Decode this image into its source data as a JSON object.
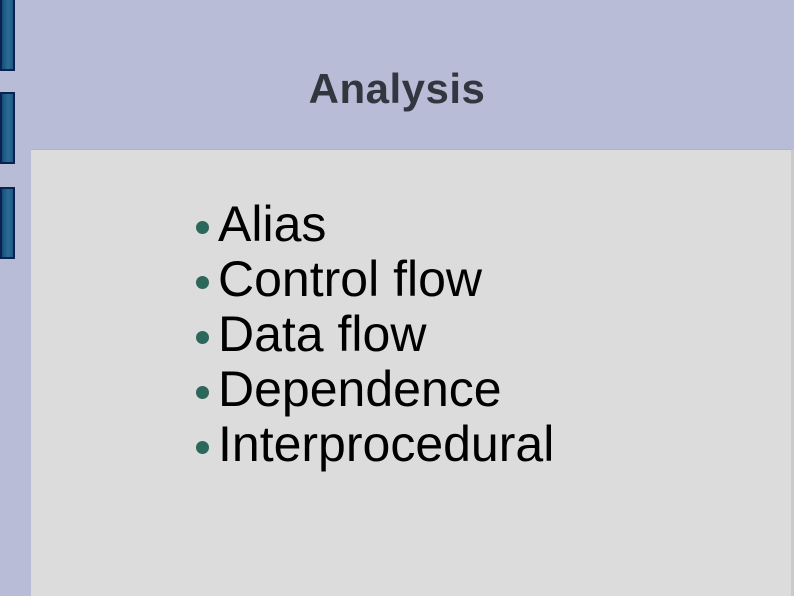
{
  "slide": {
    "title": "Analysis",
    "bullets": [
      "Alias",
      "Control flow",
      "Data flow",
      "Dependence",
      "Interprocedural"
    ]
  },
  "colors": {
    "top_band": "#b8bcd6",
    "content_background": "#dcdcdd",
    "content_right_edge": "#c9c9ce",
    "side_marker_fill": "#1e5f8a",
    "side_marker_border": "#0d2150",
    "bullet_dot": "#2c675c",
    "title_text": "#32363f",
    "body_text": "#000000"
  }
}
